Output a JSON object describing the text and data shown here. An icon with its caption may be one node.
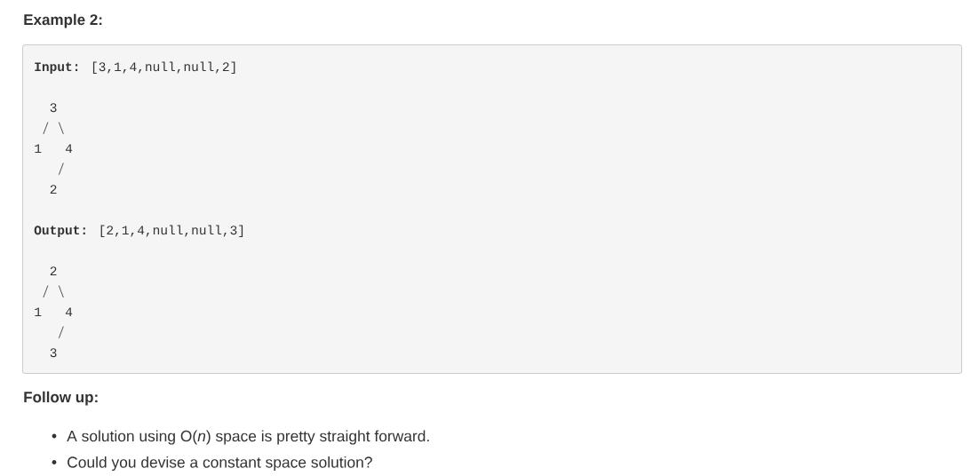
{
  "diagram": {
    "title": "Example 2:",
    "nodes": [
      {
        "text": [
          "**Input:** [3,1,4,null,null,2]",
          "**Output:** [2,1,4,null,null,3]"
        ]
      },
      {
        "text": [
          "3"
        ],
        "in": 0
      },
      {
        "text": [
          "1"
        ],
        "in": 0
      },
      {
        "text": [
          "4"
        ],
        "in": 0
      },
      {
        "text": [
          "2"
        ],
        "in": 0
      },
      {
        "text": [
          "2"
        ],
        "in": 0
      },
      {
        "text": [
          "1"
        ],
        "in": 0
      },
      {
        "text": [
          "4"
        ],
        "in": 0
      },
      {
        "text": [
          "3"
        ],
        "in": 0
      }
    ],
    "edges": [
      {
        "from": 1,
        "to": 2,
        "arrow": "none"
      },
      {
        "from": 1,
        "to": 3,
        "arrow": "none"
      },
      {
        "from": 3,
        "to": 4,
        "arrow": "none"
      },
      {
        "from": 5,
        "to": 6,
        "arrow": "none"
      },
      {
        "from": 5,
        "to": 7,
        "arrow": "none"
      },
      {
        "from": 7,
        "to": 8,
        "arrow": "none"
      }
    ],
    "labels": [
      "Follow up:",
      "A solution using O(*n*) space is pretty straight forward.",
      "Could you devise a constant space solution?"
    ]
  }
}
